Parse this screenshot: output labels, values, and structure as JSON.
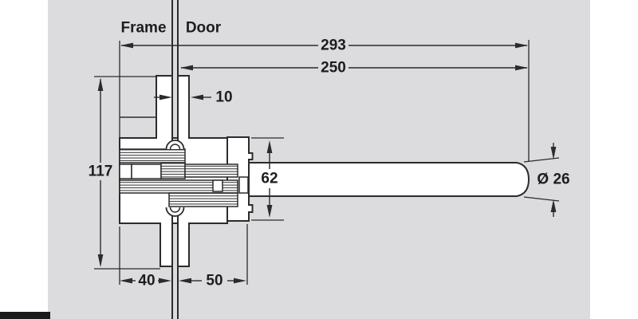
{
  "labels": {
    "frame": "Frame",
    "door": "Door"
  },
  "dimensions": {
    "overall_length": "293",
    "door_face_to_rod_end": "250",
    "door_leaf_offset": "10",
    "overall_height": "117",
    "body_height": "62",
    "rod_diameter": "Ø 26",
    "frame_side_width": "40",
    "door_side_width": "50"
  },
  "colors": {
    "page_background": "#ffffff",
    "drawing_background": "#dcdcde",
    "line_color": "#2b2b2b",
    "text_color": "#1d1d1f",
    "part_fill": "#ffffff",
    "bottom_bar": "#1a1a1c"
  }
}
